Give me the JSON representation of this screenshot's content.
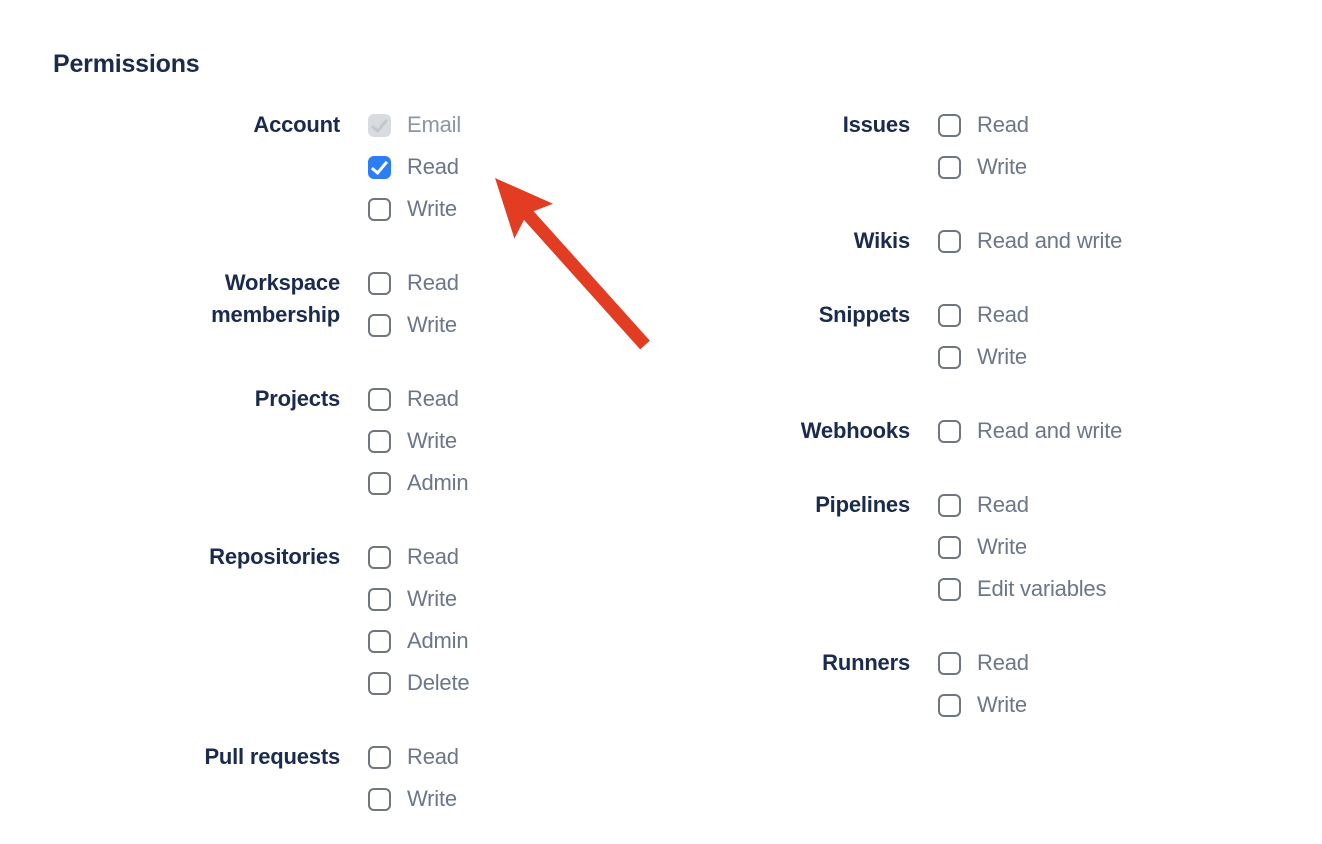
{
  "page": {
    "heading": "Permissions"
  },
  "colors": {
    "heading_text": "#1B2B4D",
    "group_label_text": "#1B2B4D",
    "option_label_text": "#6B7689",
    "disabled_option_label_text": "#8B95A6",
    "checkbox_border": "#6F767F",
    "checkbox_checked_fill": "#2C7DF6",
    "checkbox_disabled_fill": "#D8DBDF",
    "arrow": "#E23C23"
  },
  "left_column": {
    "groups": [
      {
        "label": "Account",
        "options": [
          {
            "label": "Email",
            "state": "checked-disabled"
          },
          {
            "label": "Read",
            "state": "checked"
          },
          {
            "label": "Write",
            "state": "unchecked"
          }
        ]
      },
      {
        "label": "Workspace membership",
        "options": [
          {
            "label": "Read",
            "state": "unchecked"
          },
          {
            "label": "Write",
            "state": "unchecked"
          }
        ]
      },
      {
        "label": "Projects",
        "options": [
          {
            "label": "Read",
            "state": "unchecked"
          },
          {
            "label": "Write",
            "state": "unchecked"
          },
          {
            "label": "Admin",
            "state": "unchecked"
          }
        ]
      },
      {
        "label": "Repositories",
        "options": [
          {
            "label": "Read",
            "state": "unchecked"
          },
          {
            "label": "Write",
            "state": "unchecked"
          },
          {
            "label": "Admin",
            "state": "unchecked"
          },
          {
            "label": "Delete",
            "state": "unchecked"
          }
        ]
      },
      {
        "label": "Pull requests",
        "options": [
          {
            "label": "Read",
            "state": "unchecked"
          },
          {
            "label": "Write",
            "state": "unchecked"
          }
        ]
      }
    ]
  },
  "right_column": {
    "groups": [
      {
        "label": "Issues",
        "options": [
          {
            "label": "Read",
            "state": "unchecked"
          },
          {
            "label": "Write",
            "state": "unchecked"
          }
        ]
      },
      {
        "label": "Wikis",
        "options": [
          {
            "label": "Read and write",
            "state": "unchecked"
          }
        ]
      },
      {
        "label": "Snippets",
        "options": [
          {
            "label": "Read",
            "state": "unchecked"
          },
          {
            "label": "Write",
            "state": "unchecked"
          }
        ]
      },
      {
        "label": "Webhooks",
        "options": [
          {
            "label": "Read and write",
            "state": "unchecked"
          }
        ]
      },
      {
        "label": "Pipelines",
        "options": [
          {
            "label": "Read",
            "state": "unchecked"
          },
          {
            "label": "Write",
            "state": "unchecked"
          },
          {
            "label": "Edit variables",
            "state": "unchecked"
          }
        ]
      },
      {
        "label": "Runners",
        "options": [
          {
            "label": "Read",
            "state": "unchecked"
          },
          {
            "label": "Write",
            "state": "unchecked"
          }
        ]
      }
    ]
  },
  "annotation": {
    "type": "arrow",
    "color": "#E23C23",
    "points_to": "Account Read checkbox"
  }
}
